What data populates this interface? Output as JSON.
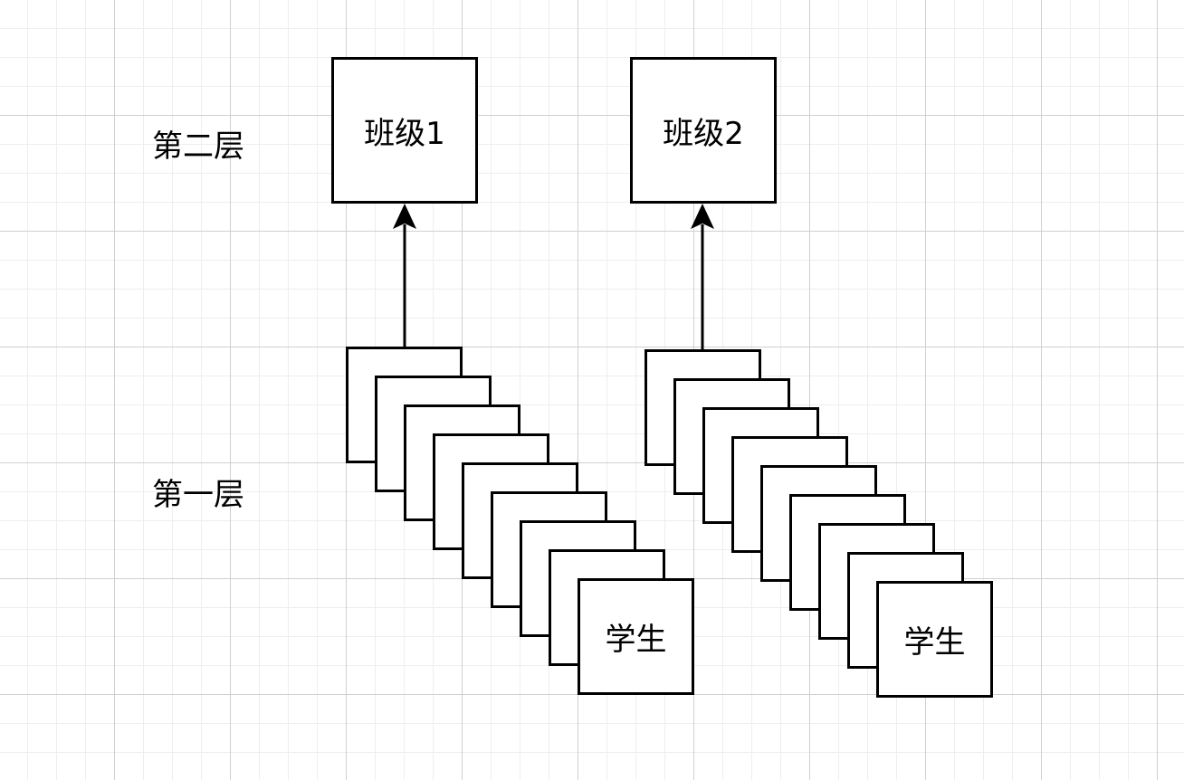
{
  "layers": [
    {
      "label": "第二层"
    },
    {
      "label": "第一层"
    }
  ],
  "classes": [
    {
      "label": "班级1",
      "student_count": 9,
      "student_label": "学生"
    },
    {
      "label": "班级2",
      "student_count": 9,
      "student_label": "学生"
    }
  ],
  "colors": {
    "stroke": "#000000",
    "fill": "#ffffff",
    "grid_major": "#d0d0d0",
    "grid_minor": "#eeeeee"
  }
}
